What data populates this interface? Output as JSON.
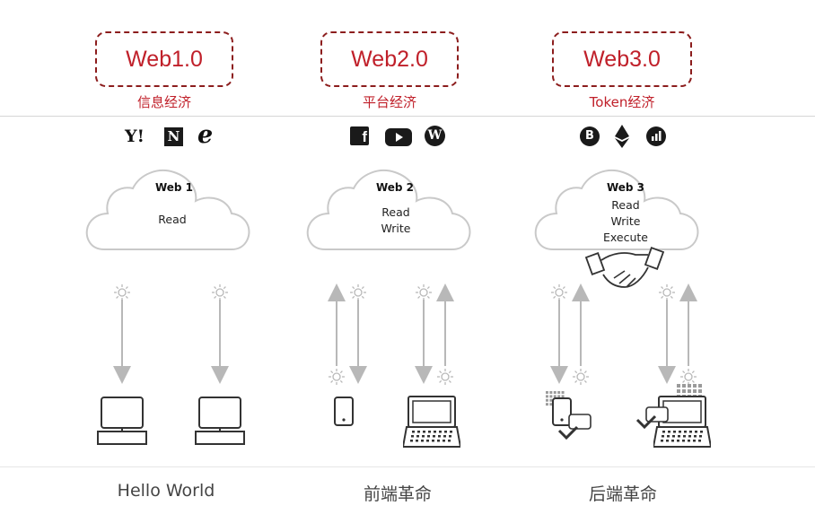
{
  "columns": [
    {
      "generation": "Web1.0",
      "economy": "信息经济",
      "cloud_title": "Web 1",
      "capabilities": [
        "Read"
      ],
      "caption": "Hello World",
      "logos": [
        "yahoo-icon",
        "netscape-icon",
        "internet-explorer-icon"
      ]
    },
    {
      "generation": "Web2.0",
      "economy": "平台经济",
      "cloud_title": "Web 2",
      "capabilities": [
        "Read",
        "Write"
      ],
      "caption": "前端革命",
      "logos": [
        "facebook-icon",
        "youtube-icon",
        "wordpress-icon"
      ]
    },
    {
      "generation": "Web3.0",
      "economy": "Token经济",
      "cloud_title": "Web 3",
      "capabilities": [
        "Read",
        "Write",
        "Execute"
      ],
      "caption": "后端革命",
      "logos": [
        "bitcoin-icon",
        "ethereum-icon",
        "chart-token-icon"
      ]
    }
  ],
  "logo_glyphs": {
    "yahoo": "Y!",
    "netscape": "N",
    "ie": "e",
    "facebook": "f",
    "wordpress": "W",
    "bitcoin": "B"
  },
  "colors": {
    "accent": "#c0202a",
    "box_border": "#8c1d1d",
    "arrow": "#b8b8b8",
    "device": "#333333"
  }
}
